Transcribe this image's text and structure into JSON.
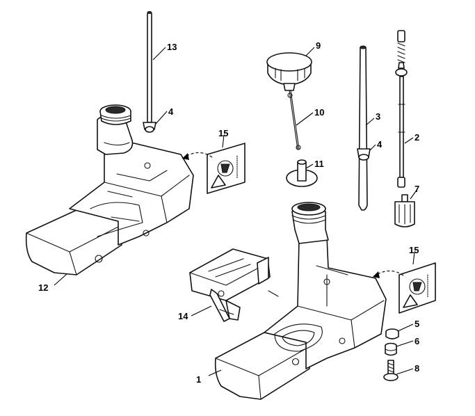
{
  "callouts": {
    "c1": "1",
    "c2": "2",
    "c3": "3",
    "c4a": "4",
    "c4b": "4",
    "c5": "5",
    "c6": "6",
    "c7": "7",
    "c8": "8",
    "c9": "9",
    "c10": "10",
    "c11": "11",
    "c12": "12",
    "c13": "13",
    "c14": "14",
    "c15a": "15",
    "c15b": "15"
  }
}
